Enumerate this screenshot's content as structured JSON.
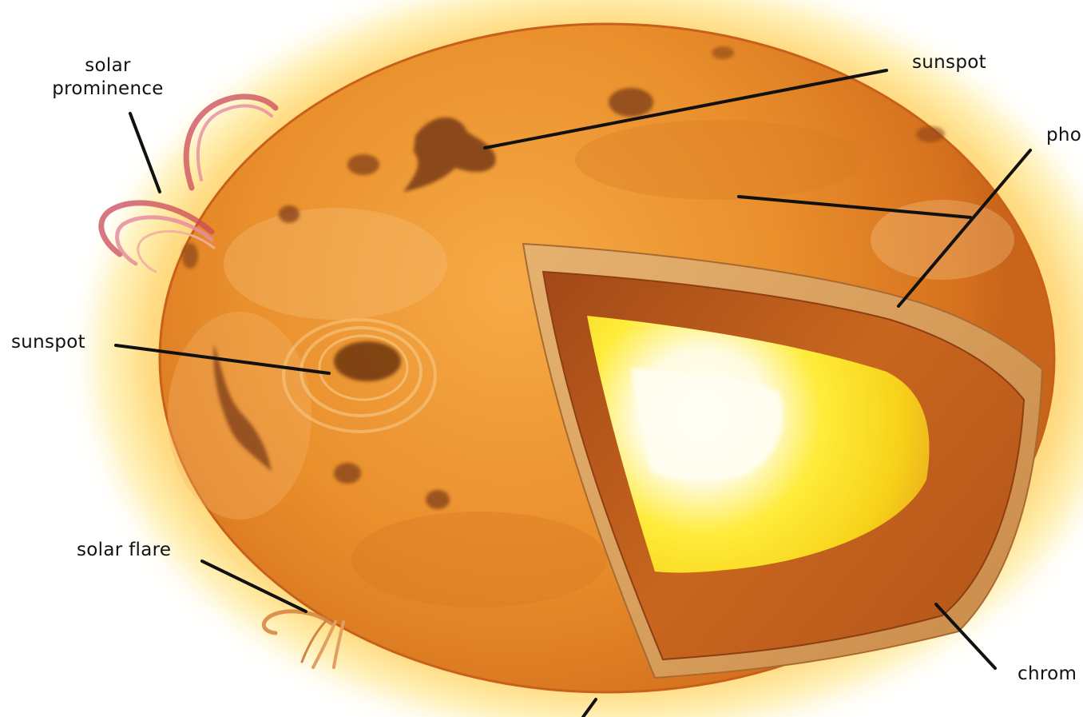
{
  "diagram": {
    "labels": {
      "solar_prominence": {
        "line1": "solar",
        "line2": "prominence"
      },
      "sunspot_top": "sunspot",
      "photosphere_partial": "pho",
      "sunspot_left": "sunspot",
      "solar_flare": "solar flare",
      "chromosphere_partial": "chrom"
    },
    "colors": {
      "background": "#ffffff",
      "glow": "#fff6c8",
      "surface": "#e8902c",
      "surface_dark": "#c5641c",
      "sunspot": "#7a3a12",
      "shell": "#d9a25e",
      "mantle": "#b8581c",
      "core_yellow": "#ffe31a",
      "core_white": "#fffbe6",
      "leader_line": "#111111"
    }
  }
}
